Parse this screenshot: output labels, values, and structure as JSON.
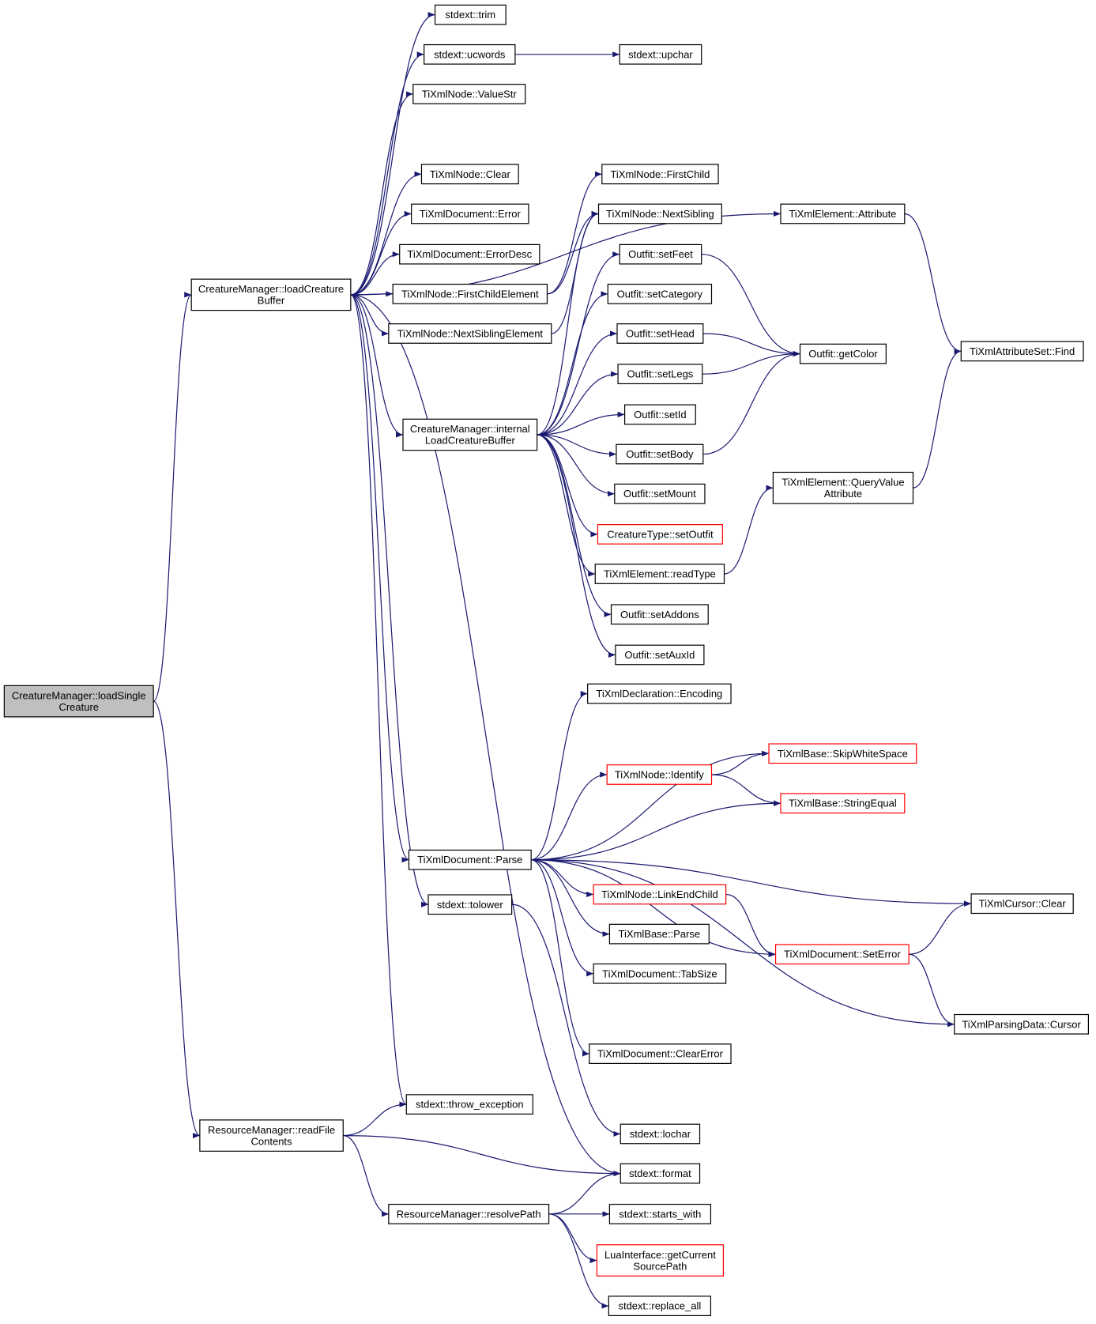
{
  "graph": {
    "edge_color": "#191970",
    "root_fill": "#bfbfbf",
    "nodes": [
      {
        "id": "loadSingle",
        "lines": [
          "CreatureManager::loadSingle",
          "Creature"
        ],
        "style": "root"
      },
      {
        "id": "loadBuf",
        "lines": [
          "CreatureManager::loadCreature",
          "Buffer"
        ],
        "style": "normal"
      },
      {
        "id": "readFile",
        "lines": [
          "ResourceManager::readFile",
          "Contents"
        ],
        "style": "normal"
      },
      {
        "id": "trim",
        "lines": [
          "stdext::trim"
        ],
        "style": "normal"
      },
      {
        "id": "ucwords",
        "lines": [
          "stdext::ucwords"
        ],
        "style": "normal"
      },
      {
        "id": "upchar",
        "lines": [
          "stdext::upchar"
        ],
        "style": "normal"
      },
      {
        "id": "valueStr",
        "lines": [
          "TiXmlNode::ValueStr"
        ],
        "style": "normal"
      },
      {
        "id": "attribute",
        "lines": [
          "TiXmlElement::Attribute"
        ],
        "style": "normal"
      },
      {
        "id": "nodeClear",
        "lines": [
          "TiXmlNode::Clear"
        ],
        "style": "normal"
      },
      {
        "id": "firstChild",
        "lines": [
          "TiXmlNode::FirstChild"
        ],
        "style": "normal"
      },
      {
        "id": "docError",
        "lines": [
          "TiXmlDocument::Error"
        ],
        "style": "normal"
      },
      {
        "id": "nextSibling",
        "lines": [
          "TiXmlNode::NextSibling"
        ],
        "style": "normal"
      },
      {
        "id": "errorDesc",
        "lines": [
          "TiXmlDocument::ErrorDesc"
        ],
        "style": "normal"
      },
      {
        "id": "setFeet",
        "lines": [
          "Outfit::setFeet"
        ],
        "style": "normal"
      },
      {
        "id": "firstChildEl",
        "lines": [
          "TiXmlNode::FirstChildElement"
        ],
        "style": "normal"
      },
      {
        "id": "setCategory",
        "lines": [
          "Outfit::setCategory"
        ],
        "style": "normal"
      },
      {
        "id": "nextSiblingEl",
        "lines": [
          "TiXmlNode::NextSiblingElement"
        ],
        "style": "normal"
      },
      {
        "id": "setHead",
        "lines": [
          "Outfit::setHead"
        ],
        "style": "normal"
      },
      {
        "id": "getColor",
        "lines": [
          "Outfit::getColor"
        ],
        "style": "normal"
      },
      {
        "id": "find",
        "lines": [
          "TiXmlAttributeSet::Find"
        ],
        "style": "normal"
      },
      {
        "id": "setLegs",
        "lines": [
          "Outfit::setLegs"
        ],
        "style": "normal"
      },
      {
        "id": "setId",
        "lines": [
          "Outfit::setId"
        ],
        "style": "normal"
      },
      {
        "id": "internalBuf",
        "lines": [
          "CreatureManager::internal",
          "LoadCreatureBuffer"
        ],
        "style": "normal"
      },
      {
        "id": "setBody",
        "lines": [
          "Outfit::setBody"
        ],
        "style": "normal"
      },
      {
        "id": "queryValue",
        "lines": [
          "TiXmlElement::QueryValue",
          "Attribute"
        ],
        "style": "normal"
      },
      {
        "id": "setMount",
        "lines": [
          "Outfit::setMount"
        ],
        "style": "normal"
      },
      {
        "id": "setOutfit",
        "lines": [
          "CreatureType::setOutfit"
        ],
        "style": "red"
      },
      {
        "id": "readType",
        "lines": [
          "TiXmlElement::readType"
        ],
        "style": "normal"
      },
      {
        "id": "setAddons",
        "lines": [
          "Outfit::setAddons"
        ],
        "style": "normal"
      },
      {
        "id": "setAuxId",
        "lines": [
          "Outfit::setAuxId"
        ],
        "style": "normal"
      },
      {
        "id": "encoding",
        "lines": [
          "TiXmlDeclaration::Encoding"
        ],
        "style": "normal"
      },
      {
        "id": "skipWhite",
        "lines": [
          "TiXmlBase::SkipWhiteSpace"
        ],
        "style": "red"
      },
      {
        "id": "identify",
        "lines": [
          "TiXmlNode::Identify"
        ],
        "style": "red"
      },
      {
        "id": "stringEqual",
        "lines": [
          "TiXmlBase::StringEqual"
        ],
        "style": "red"
      },
      {
        "id": "docParse",
        "lines": [
          "TiXmlDocument::Parse"
        ],
        "style": "normal"
      },
      {
        "id": "linkEnd",
        "lines": [
          "TiXmlNode::LinkEndChild"
        ],
        "style": "red"
      },
      {
        "id": "cursorClear",
        "lines": [
          "TiXmlCursor::Clear"
        ],
        "style": "normal"
      },
      {
        "id": "tolower",
        "lines": [
          "stdext::tolower"
        ],
        "style": "normal"
      },
      {
        "id": "baseParse",
        "lines": [
          "TiXmlBase::Parse"
        ],
        "style": "normal"
      },
      {
        "id": "setError",
        "lines": [
          "TiXmlDocument::SetError"
        ],
        "style": "red"
      },
      {
        "id": "tabSize",
        "lines": [
          "TiXmlDocument::TabSize"
        ],
        "style": "normal"
      },
      {
        "id": "parsingCursor",
        "lines": [
          "TiXmlParsingData::Cursor"
        ],
        "style": "normal"
      },
      {
        "id": "clearError",
        "lines": [
          "TiXmlDocument::ClearError"
        ],
        "style": "normal"
      },
      {
        "id": "throwEx",
        "lines": [
          "stdext::throw_exception"
        ],
        "style": "normal"
      },
      {
        "id": "lochar",
        "lines": [
          "stdext::lochar"
        ],
        "style": "normal"
      },
      {
        "id": "format",
        "lines": [
          "stdext::format"
        ],
        "style": "normal"
      },
      {
        "id": "resolvePath",
        "lines": [
          "ResourceManager::resolvePath"
        ],
        "style": "normal"
      },
      {
        "id": "startsWith",
        "lines": [
          "stdext::starts_with"
        ],
        "style": "normal"
      },
      {
        "id": "getCurrentSource",
        "lines": [
          "LuaInterface::getCurrent",
          "SourcePath"
        ],
        "style": "red"
      },
      {
        "id": "replaceAll",
        "lines": [
          "stdext::replace_all"
        ],
        "style": "normal"
      }
    ],
    "edges": [
      [
        "loadSingle",
        "loadBuf"
      ],
      [
        "loadSingle",
        "readFile"
      ],
      [
        "loadBuf",
        "trim"
      ],
      [
        "loadBuf",
        "ucwords"
      ],
      [
        "loadBuf",
        "valueStr"
      ],
      [
        "loadBuf",
        "attribute"
      ],
      [
        "loadBuf",
        "nodeClear"
      ],
      [
        "loadBuf",
        "docError"
      ],
      [
        "loadBuf",
        "errorDesc"
      ],
      [
        "loadBuf",
        "firstChildEl"
      ],
      [
        "loadBuf",
        "nextSiblingEl"
      ],
      [
        "loadBuf",
        "internalBuf"
      ],
      [
        "loadBuf",
        "docParse"
      ],
      [
        "loadBuf",
        "tolower"
      ],
      [
        "loadBuf",
        "throwEx"
      ],
      [
        "loadBuf",
        "format"
      ],
      [
        "ucwords",
        "upchar"
      ],
      [
        "attribute",
        "find"
      ],
      [
        "firstChildEl",
        "firstChild"
      ],
      [
        "firstChildEl",
        "nextSibling"
      ],
      [
        "nextSiblingEl",
        "nextSibling"
      ],
      [
        "internalBuf",
        "nextSibling"
      ],
      [
        "internalBuf",
        "setFeet"
      ],
      [
        "internalBuf",
        "setCategory"
      ],
      [
        "internalBuf",
        "setHead"
      ],
      [
        "internalBuf",
        "setLegs"
      ],
      [
        "internalBuf",
        "setId"
      ],
      [
        "internalBuf",
        "setBody"
      ],
      [
        "internalBuf",
        "setMount"
      ],
      [
        "internalBuf",
        "setOutfit"
      ],
      [
        "internalBuf",
        "readType"
      ],
      [
        "internalBuf",
        "setAddons"
      ],
      [
        "internalBuf",
        "setAuxId"
      ],
      [
        "setFeet",
        "getColor"
      ],
      [
        "setHead",
        "getColor"
      ],
      [
        "setLegs",
        "getColor"
      ],
      [
        "setBody",
        "getColor"
      ],
      [
        "readType",
        "queryValue"
      ],
      [
        "queryValue",
        "find"
      ],
      [
        "docParse",
        "encoding"
      ],
      [
        "docParse",
        "skipWhite"
      ],
      [
        "docParse",
        "identify"
      ],
      [
        "docParse",
        "stringEqual"
      ],
      [
        "docParse",
        "linkEnd"
      ],
      [
        "docParse",
        "cursorClear"
      ],
      [
        "docParse",
        "baseParse"
      ],
      [
        "docParse",
        "tabSize"
      ],
      [
        "docParse",
        "setError"
      ],
      [
        "docParse",
        "clearError"
      ],
      [
        "docParse",
        "parsingCursor"
      ],
      [
        "identify",
        "skipWhite"
      ],
      [
        "identify",
        "stringEqual"
      ],
      [
        "linkEnd",
        "setError"
      ],
      [
        "setError",
        "cursorClear"
      ],
      [
        "setError",
        "parsingCursor"
      ],
      [
        "tolower",
        "lochar"
      ],
      [
        "readFile",
        "throwEx"
      ],
      [
        "readFile",
        "format"
      ],
      [
        "readFile",
        "resolvePath"
      ],
      [
        "resolvePath",
        "format"
      ],
      [
        "resolvePath",
        "startsWith"
      ],
      [
        "resolvePath",
        "getCurrentSource"
      ],
      [
        "resolvePath",
        "replaceAll"
      ]
    ]
  }
}
